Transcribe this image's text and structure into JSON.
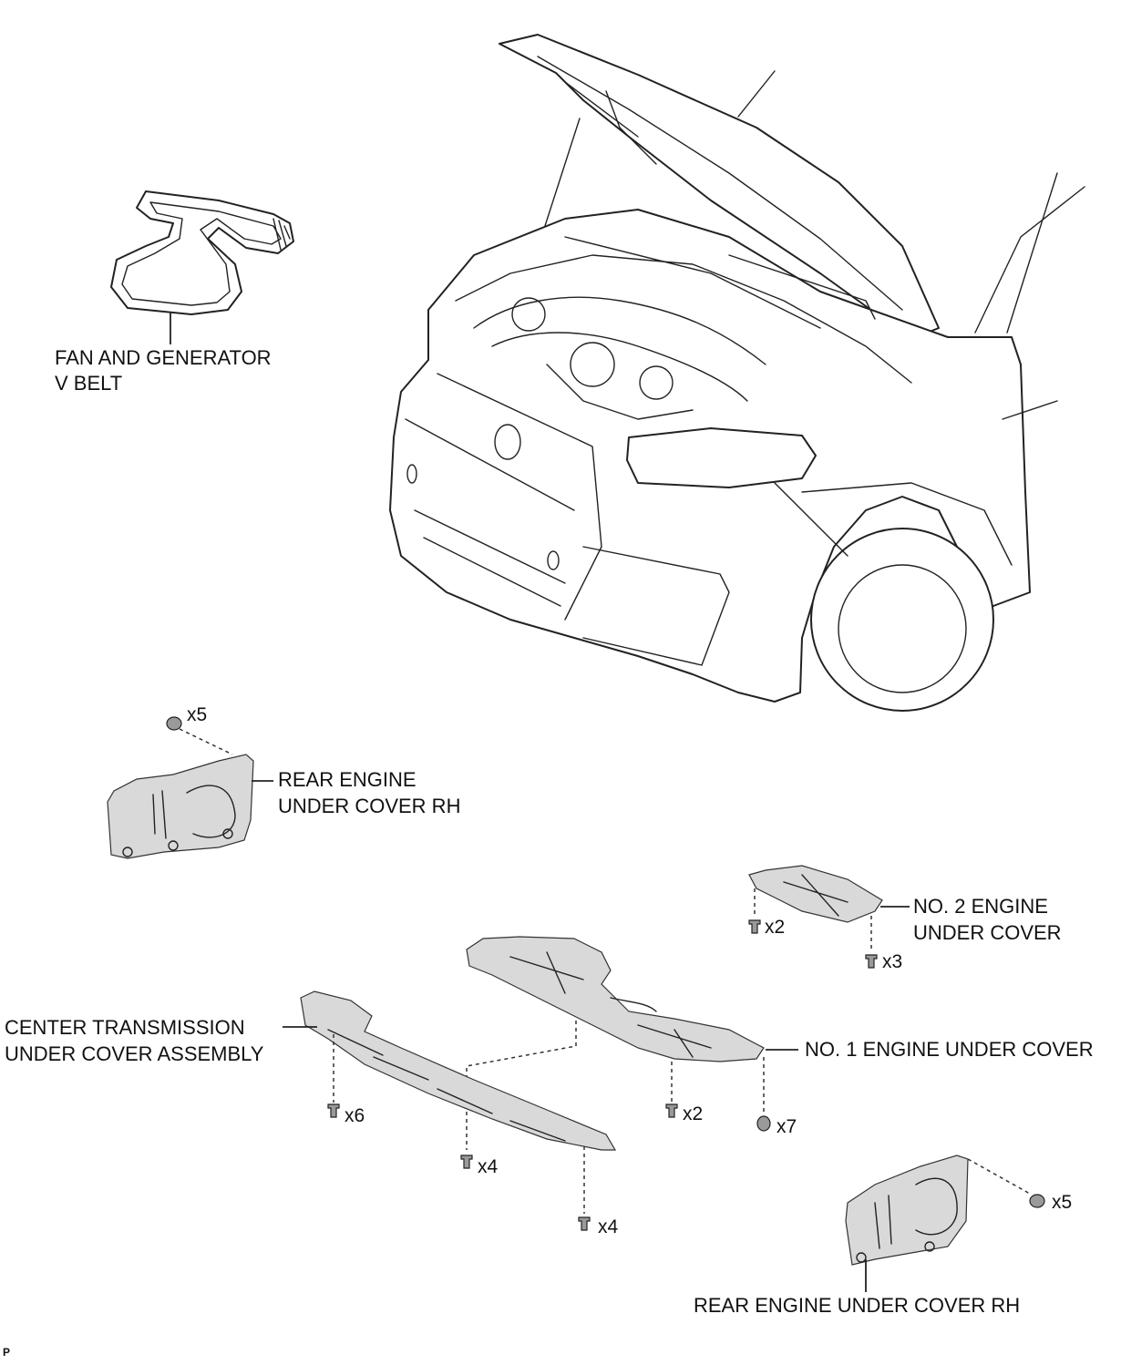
{
  "parts": {
    "fan_belt": {
      "line1": "FAN AND GENERATOR",
      "line2": "V BELT"
    },
    "rear_cover_left": {
      "line1": "REAR ENGINE",
      "line2": "UNDER COVER RH",
      "fastener_qty": "x5"
    },
    "no2_cover": {
      "line1": "NO. 2 ENGINE",
      "line2": "UNDER COVER",
      "fastener_qty_a": "x2",
      "fastener_qty_b": "x3"
    },
    "center_transmission": {
      "line1": "CENTER TRANSMISSION",
      "line2": "UNDER COVER ASSEMBLY",
      "fastener_qty_a": "x6",
      "fastener_qty_b": "x4",
      "fastener_qty_c": "x4"
    },
    "no1_cover": {
      "label": "NO. 1 ENGINE UNDER COVER",
      "fastener_qty_a": "x2",
      "fastener_qty_b": "x7"
    },
    "rear_cover_right": {
      "label": "REAR ENGINE UNDER COVER RH",
      "fastener_qty": "x5"
    }
  },
  "corner_mark": "P"
}
